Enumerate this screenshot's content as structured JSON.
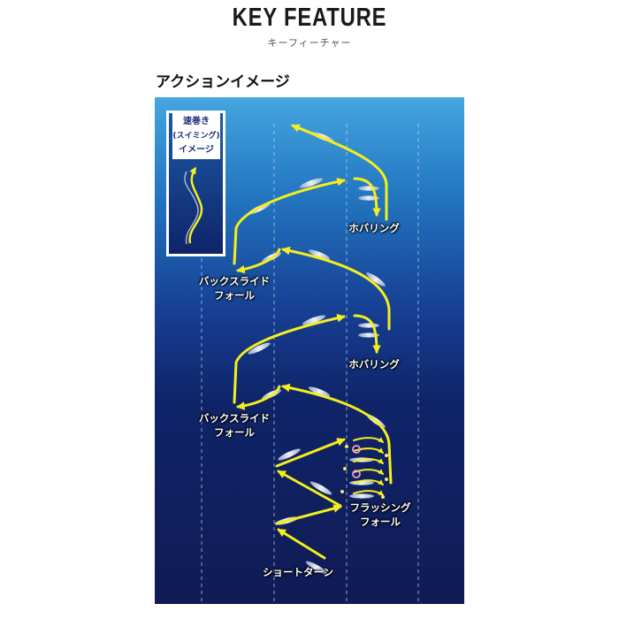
{
  "header": {
    "title": "KEY FEATURE",
    "subtitle": "キーフィーチャー"
  },
  "section_title": "アクションイメージ",
  "inset": {
    "line1": "速巻き",
    "line2": "(スイミング)",
    "line3": "イメージ"
  },
  "labels": {
    "hovering_1": "ホバリング",
    "backslide_1_line1": "バックスライド",
    "backslide_1_line2": "フォール",
    "hovering_2": "ホバリング",
    "backslide_2_line1": "バックスライド",
    "backslide_2_line2": "フォール",
    "flashing_line1": "フラッシング",
    "flashing_line2": "フォール",
    "short_turn": "ショートターン"
  },
  "colors": {
    "arrow": "#f4ee1c",
    "water_top": "#3c9fdc",
    "water_bottom": "#0f1a58",
    "inset_text": "#1b2b7a"
  }
}
